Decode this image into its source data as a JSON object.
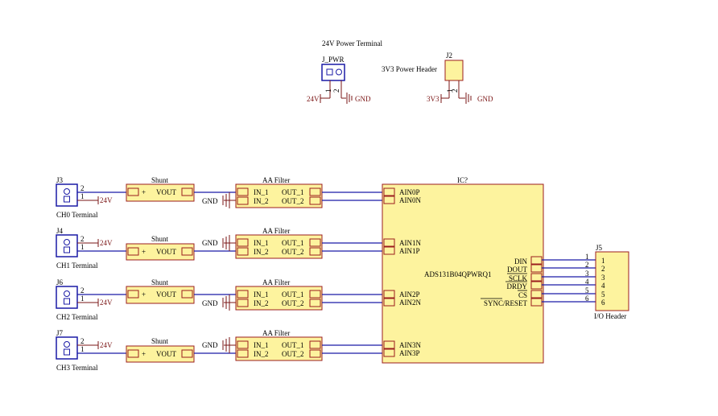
{
  "top": {
    "power_terminal_title": "24V Power Terminal",
    "jpwr_ref": "J_PWR",
    "jpwr_pin1": "1",
    "jpwr_pin2": "2",
    "jpwr_net_24v": "24V",
    "jpwr_net_gnd": "GND",
    "j2_ref": "J2",
    "j2_label": "3V3 Power Header",
    "j2_pin1": "1",
    "j2_pin2": "2",
    "j2_net_3v3": "3V3",
    "j2_net_gnd": "GND"
  },
  "channels": [
    {
      "ref": "J3",
      "label": "CH0 Terminal",
      "pin_top": "2",
      "pin_bot": "1",
      "net_24v": "24V",
      "gnd": "GND",
      "shunt": "Shunt",
      "shunt_plus": "+",
      "shunt_vout": "VOUT",
      "filter": "AA Filter",
      "in1": "IN_1",
      "in2": "IN_2",
      "out1": "OUT_1",
      "out2": "OUT_2",
      "ain_a": "AIN0P",
      "ain_b": "AIN0N"
    },
    {
      "ref": "J4",
      "label": "CH1 Terminal",
      "pin_top": "2",
      "pin_bot": "1",
      "net_24v": "24V",
      "gnd": "GND",
      "shunt": "Shunt",
      "shunt_plus": "+",
      "shunt_vout": "VOUT",
      "filter": "AA Filter",
      "in1": "IN_1",
      "in2": "IN_2",
      "out1": "OUT_1",
      "out2": "OUT_2",
      "ain_a": "AIN1N",
      "ain_b": "AIN1P"
    },
    {
      "ref": "J6",
      "label": "CH2 Terminal",
      "pin_top": "2",
      "pin_bot": "1",
      "net_24v": "24V",
      "gnd": "GND",
      "shunt": "Shunt",
      "shunt_plus": "+",
      "shunt_vout": "VOUT",
      "filter": "AA Filter",
      "in1": "IN_1",
      "in2": "IN_2",
      "out1": "OUT_1",
      "out2": "OUT_2",
      "ain_a": "AIN2P",
      "ain_b": "AIN2N"
    },
    {
      "ref": "J7",
      "label": "CH3 Terminal",
      "pin_top": "2",
      "pin_bot": "1",
      "net_24v": "24V",
      "gnd": "GND",
      "shunt": "Shunt",
      "shunt_plus": "+",
      "shunt_vout": "VOUT",
      "filter": "AA Filter",
      "in1": "IN_1",
      "in2": "IN_2",
      "out1": "OUT_1",
      "out2": "OUT_2",
      "ain_a": "AIN3N",
      "ain_b": "AIN3P"
    }
  ],
  "ic": {
    "ref": "IC?",
    "part": "ADS131B04QPWRQ1",
    "right_pins": [
      "DIN",
      "DOUT",
      "SCLK",
      "DRDY",
      "CS",
      "SYNC/RESET"
    ]
  },
  "header": {
    "ref": "J5",
    "label": "I/O Header",
    "pins": [
      "1",
      "2",
      "3",
      "4",
      "5",
      "6"
    ]
  }
}
